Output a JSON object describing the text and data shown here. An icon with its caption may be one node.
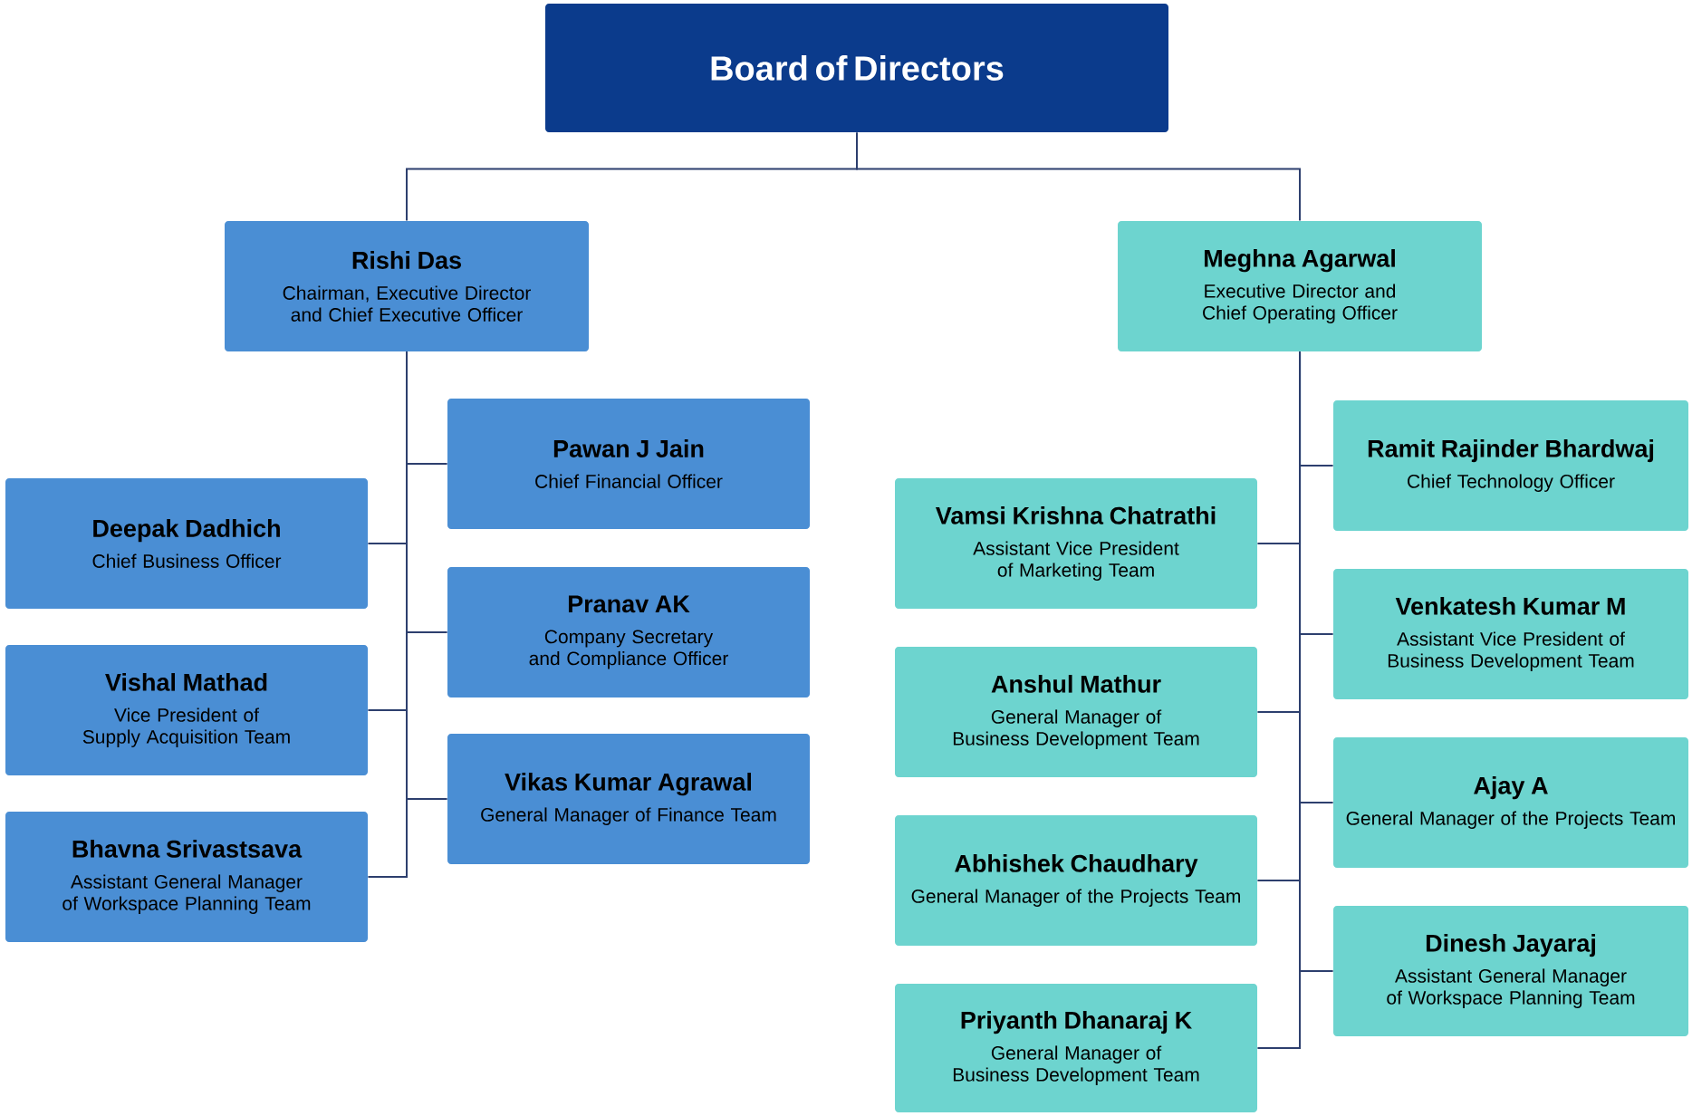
{
  "diagram": {
    "nodes": [
      {
        "text": [
          "Board of Directors"
        ]
      },
      {
        "text": [
          "Rishi Das",
          "Chairman, Executive Director and Chief Executive Officer"
        ]
      },
      {
        "text": [
          "Meghna Agarwal",
          "Executive Director and Chief Operating Officer"
        ]
      },
      {
        "text": [
          "Pawan J Jain",
          "Chief Financial Officer"
        ]
      },
      {
        "text": [
          "Deepak Dadhich",
          "Chief Business Officer"
        ]
      },
      {
        "text": [
          "Pranav AK",
          "Company Secretary and Compliance Officer"
        ]
      },
      {
        "text": [
          "Vishal Mathad",
          "Vice President of Supply Acquisition Team"
        ]
      },
      {
        "text": [
          "Vikas Kumar Agrawal",
          "General Manager of Finance Team"
        ]
      },
      {
        "text": [
          "Bhavna Srivastsava",
          "Assistant General Manager of Workspace Planning Team"
        ]
      },
      {
        "text": [
          "Ramit Rajinder Bhardwaj",
          "Chief Technology Officer"
        ]
      },
      {
        "text": [
          "Vamsi Krishna Chatrathi",
          "Assistant Vice President of Marketing Team"
        ]
      },
      {
        "text": [
          "Venkatesh Kumar M",
          "Assistant Vice President of Business Development Team"
        ]
      },
      {
        "text": [
          "Anshul Mathur",
          "General Manager of Business Development Team"
        ]
      },
      {
        "text": [
          "Ajay A",
          "General Manager of the Projects Team"
        ]
      },
      {
        "text": [
          "Abhishek Chaudhary",
          "General Manager of the Projects Team"
        ]
      },
      {
        "text": [
          "Dinesh Jayaraj",
          "Assistant General Manager of Workspace Planning Team"
        ]
      },
      {
        "text": [
          "Priyanth Dhanaraj K",
          "General Manager of Business Development Team"
        ]
      }
    ],
    "edges": [
      {
        "from": 0,
        "to": 1,
        "arrow": "none"
      },
      {
        "from": 0,
        "to": 2,
        "arrow": "none"
      },
      {
        "from": 1,
        "to": 3,
        "arrow": "none"
      },
      {
        "from": 1,
        "to": 4,
        "arrow": "none"
      },
      {
        "from": 1,
        "to": 5,
        "arrow": "none"
      },
      {
        "from": 1,
        "to": 6,
        "arrow": "none"
      },
      {
        "from": 1,
        "to": 7,
        "arrow": "none"
      },
      {
        "from": 1,
        "to": 8,
        "arrow": "none"
      },
      {
        "from": 2,
        "to": 9,
        "arrow": "none"
      },
      {
        "from": 2,
        "to": 10,
        "arrow": "none"
      },
      {
        "from": 2,
        "to": 11,
        "arrow": "none"
      },
      {
        "from": 2,
        "to": 12,
        "arrow": "none"
      },
      {
        "from": 2,
        "to": 13,
        "arrow": "none"
      },
      {
        "from": 2,
        "to": 14,
        "arrow": "none"
      },
      {
        "from": 2,
        "to": 15,
        "arrow": "none"
      },
      {
        "from": 2,
        "to": 16,
        "arrow": "none"
      }
    ]
  }
}
